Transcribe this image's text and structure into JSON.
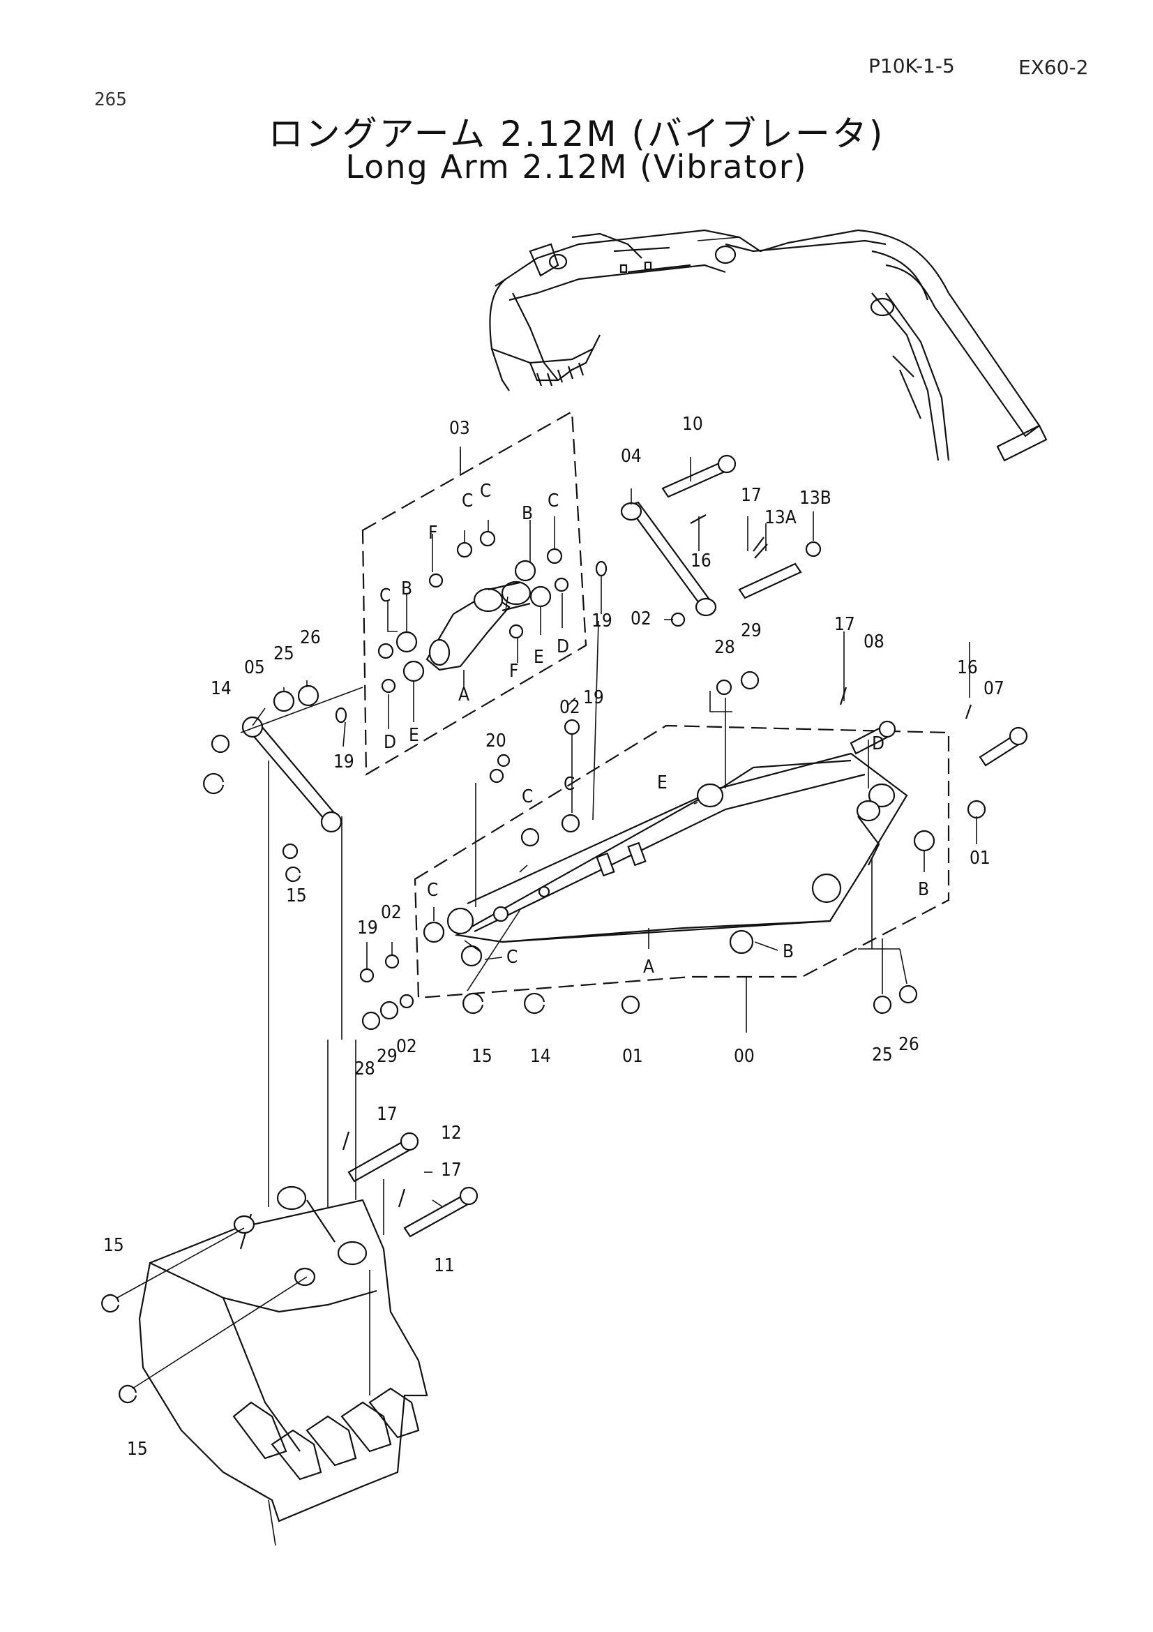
{
  "header": {
    "page_number": "265",
    "section_code": "P10K-1-5",
    "model": "EX60-2"
  },
  "title": {
    "japanese": "ロングアーム 2.12M (バイブレータ)",
    "english": "Long Arm 2.12M (Vibrator)"
  },
  "callouts": {
    "c_03": "03",
    "c_04": "04",
    "c_10": "10",
    "c_17a": "17",
    "c_13B": "13B",
    "c_13A": "13A",
    "c_16a": "16",
    "c_Ca": "C",
    "c_Cb": "C",
    "c_Bb": "B",
    "c_Cc": "C",
    "c_Fa": "F",
    "c_Cd": "C",
    "c_Bc": "B",
    "c_26a": "26",
    "c_25a": "25",
    "c_05": "05",
    "c_14a": "14",
    "c_Fb": "F",
    "c_Ea": "E",
    "c_Da": "D",
    "c_19a": "19",
    "c_02a": "02",
    "c_Aa": "A",
    "c_Db": "D",
    "c_Eb": "E",
    "c_19b": "19",
    "c_17b": "17",
    "c_08": "08",
    "c_16b": "16",
    "c_07": "07",
    "c_28a": "28",
    "c_29a": "29",
    "c_02b": "02",
    "c_19c": "19",
    "c_20": "20",
    "c_Dc": "D",
    "c_Ec": "E",
    "c_Ce": "C",
    "c_Cf": "C",
    "c_01a": "01",
    "c_Bd": "B",
    "c_15a": "15",
    "c_Cg": "C",
    "c_02c": "02",
    "c_19d": "19",
    "c_Ch": "C",
    "c_Ab": "A",
    "c_Be": "B",
    "c_02d": "02",
    "c_29b": "29",
    "c_28b": "28",
    "c_15b": "15",
    "c_14b": "14",
    "c_01b": "01",
    "c_00": "00",
    "c_25b": "25",
    "c_26b": "26",
    "c_17c": "17",
    "c_12": "12",
    "c_17d": "17",
    "c_11": "11",
    "c_15c": "15",
    "c_15d": "15"
  }
}
